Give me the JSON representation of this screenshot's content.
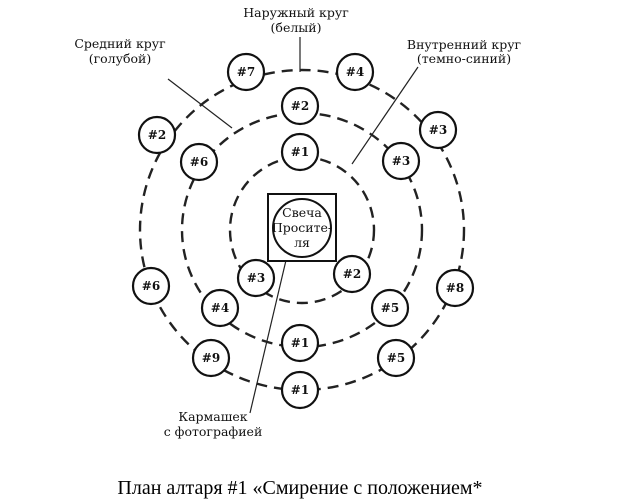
{
  "labels": {
    "outer_line1": "Наружный круг",
    "outer_line2": "(белый)",
    "middle_line1": "Средний круг",
    "middle_line2": "(голубой)",
    "inner_line1": "Внутренний круг",
    "inner_line2": "(темно-синий)",
    "pocket_line1": "Кармашек",
    "pocket_line2": "с фотографией"
  },
  "center": {
    "line1": "Свеча",
    "line2": "Просите-",
    "line3": "ля"
  },
  "caption": "План алтаря #1 «Смирение с положением*",
  "nodes": {
    "outer": [
      "#7",
      "#4",
      "#3",
      "#8",
      "#5",
      "#1",
      "#9",
      "#6",
      "#2"
    ],
    "middle": [
      "#2",
      "#3",
      "#5",
      "#1",
      "#4",
      "#6"
    ],
    "inner": [
      "#1",
      "#2",
      "#3"
    ]
  }
}
